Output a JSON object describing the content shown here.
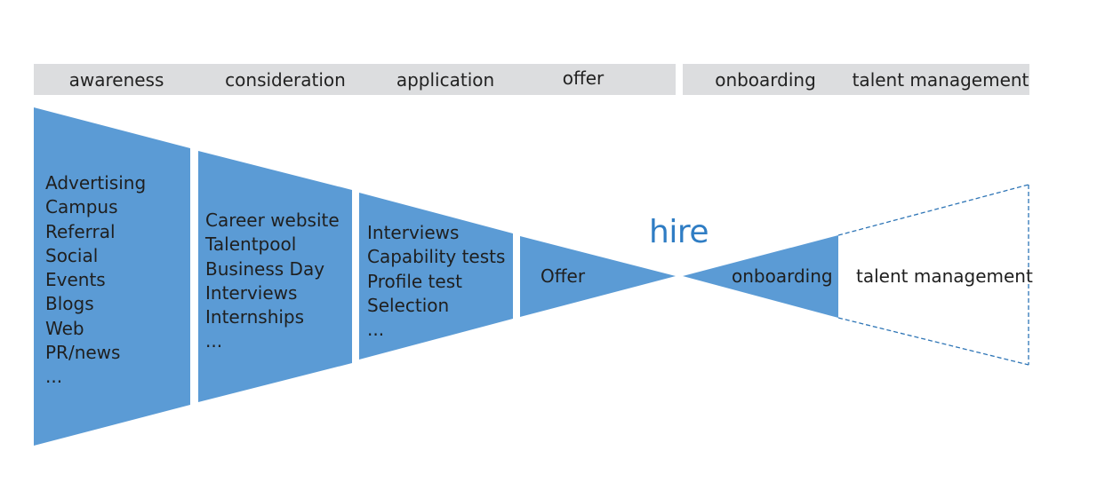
{
  "stages": {
    "awareness": "awareness",
    "consideration": "consideration",
    "application": "application",
    "offer": "offer",
    "onboarding": "onboarding",
    "talent_management": "talent management"
  },
  "awareness_items": [
    "Advertising",
    "Campus",
    "Referral",
    "Social",
    "Events",
    "Blogs",
    "Web",
    "PR/news",
    "..."
  ],
  "consideration_items": [
    "Career website",
    "Talentpool",
    "Business Day",
    "Interviews",
    "Internships",
    "..."
  ],
  "application_items": [
    "Interviews",
    "Capability tests",
    "Profile test",
    "Selection",
    "..."
  ],
  "offer_item": "Offer",
  "hire_label": "hire",
  "onboarding_item": "onboarding",
  "talent_management_item": "talent management",
  "colors": {
    "funnel_fill": "#5b9bd5",
    "hire_text": "#2f7dc4",
    "header_bar": "#dcdddf",
    "dashed_outline": "#2e75b6"
  }
}
